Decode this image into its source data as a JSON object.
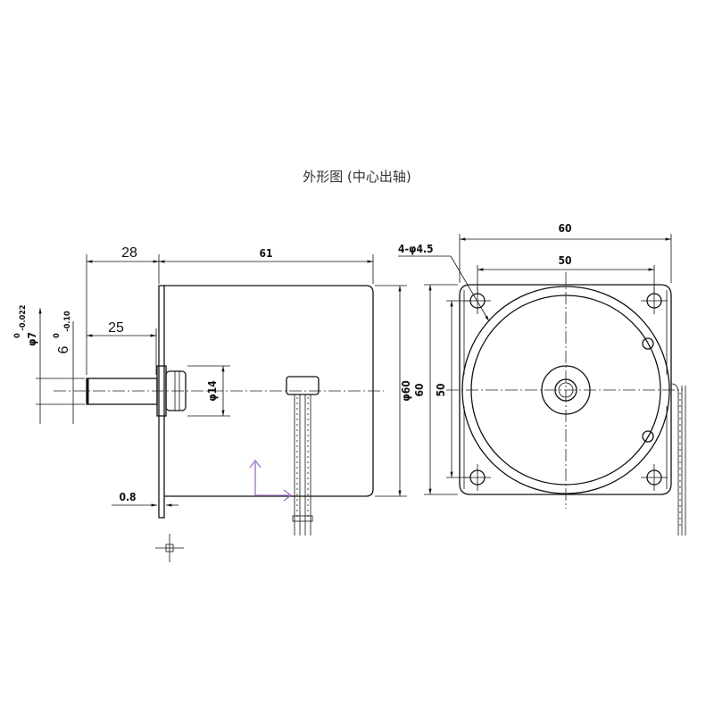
{
  "title": "外形图 (中心出轴)",
  "side_view": {
    "dim_shaft_ext": "28",
    "dim_body_len": "61",
    "dim_shaft_len": "25",
    "dim_boss_dia": "φ14",
    "dim_body_dia": "φ60",
    "dim_flange_thk": "0.8",
    "dim_shaft_dia": "φ7",
    "dim_shaft_dia_tol_upper": "0",
    "dim_shaft_dia_tol_lower": "-0.022",
    "dim_flat": "6",
    "dim_flat_tol_upper": "0",
    "dim_flat_tol_lower": "-0.10"
  },
  "front_view": {
    "dim_width": "60",
    "dim_hole_pitch_h": "50",
    "dim_height": "60",
    "dim_hole_pitch_v": "50",
    "dim_holes": "4-φ4.5"
  }
}
